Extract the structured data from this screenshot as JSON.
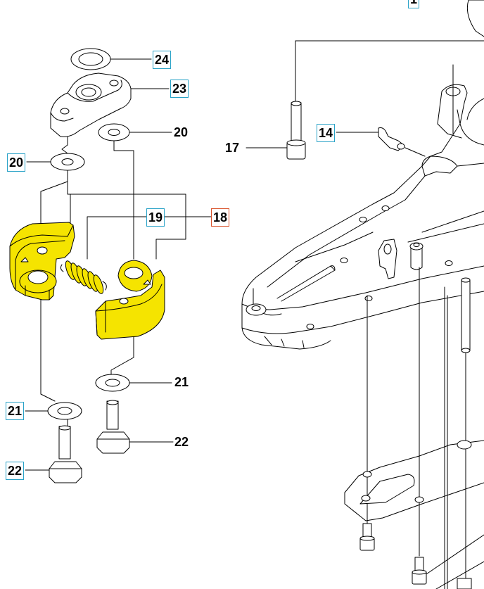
{
  "colors": {
    "highlight": "#f5e400",
    "highlight_edge": "#c9b600",
    "line": "#000000",
    "callout_box_blue": "#2aa3c8",
    "callout_box_orange": "#d9532c"
  },
  "callouts": {
    "c24": "24",
    "c23": "23",
    "c20_right": "20",
    "c20_left": "20",
    "c19": "19",
    "c18": "18",
    "c21_right": "21",
    "c21_left": "21",
    "c22_right": "22",
    "c22_left": "22",
    "c17": "17",
    "c14": "14",
    "c_top": "1"
  }
}
